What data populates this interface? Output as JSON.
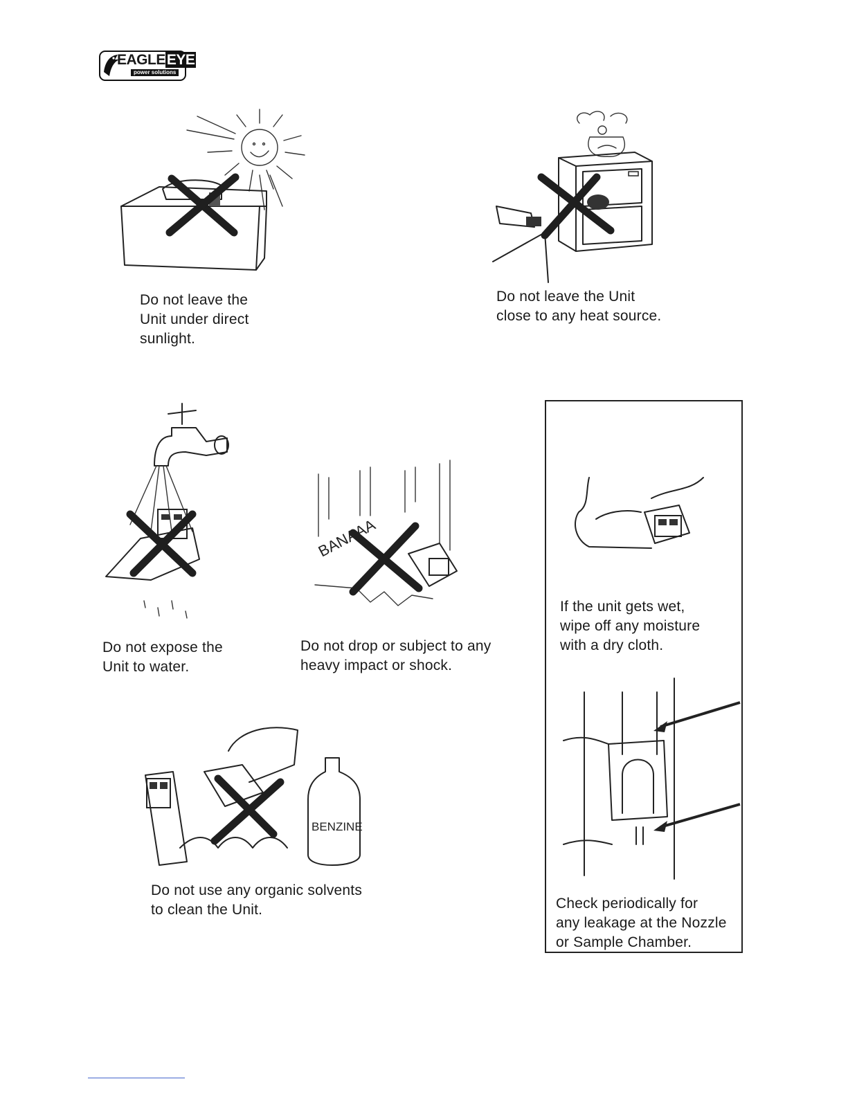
{
  "logo": {
    "word1": "EAGLE",
    "word2": "EYE",
    "tagline": "power solutions"
  },
  "captions": {
    "sunlight": "Do not leave the\nUnit under direct\nsunlight.",
    "heat": "Do not leave the Unit\nclose to any heat source.",
    "water": "Do not expose the\nUnit to water.",
    "drop": "Do not drop or subject to any\nheavy impact or shock.",
    "solvents": "Do not use any organic solvents\nto clean the Unit.",
    "wet": "If the unit gets wet,\nwipe off any moisture\nwith a dry cloth.",
    "leakage": "Check periodically for\nany leakage at the Nozzle\nor Sample Chamber."
  },
  "illustration_text": {
    "crash": "BANAAA",
    "bottle": "BENZINE"
  }
}
